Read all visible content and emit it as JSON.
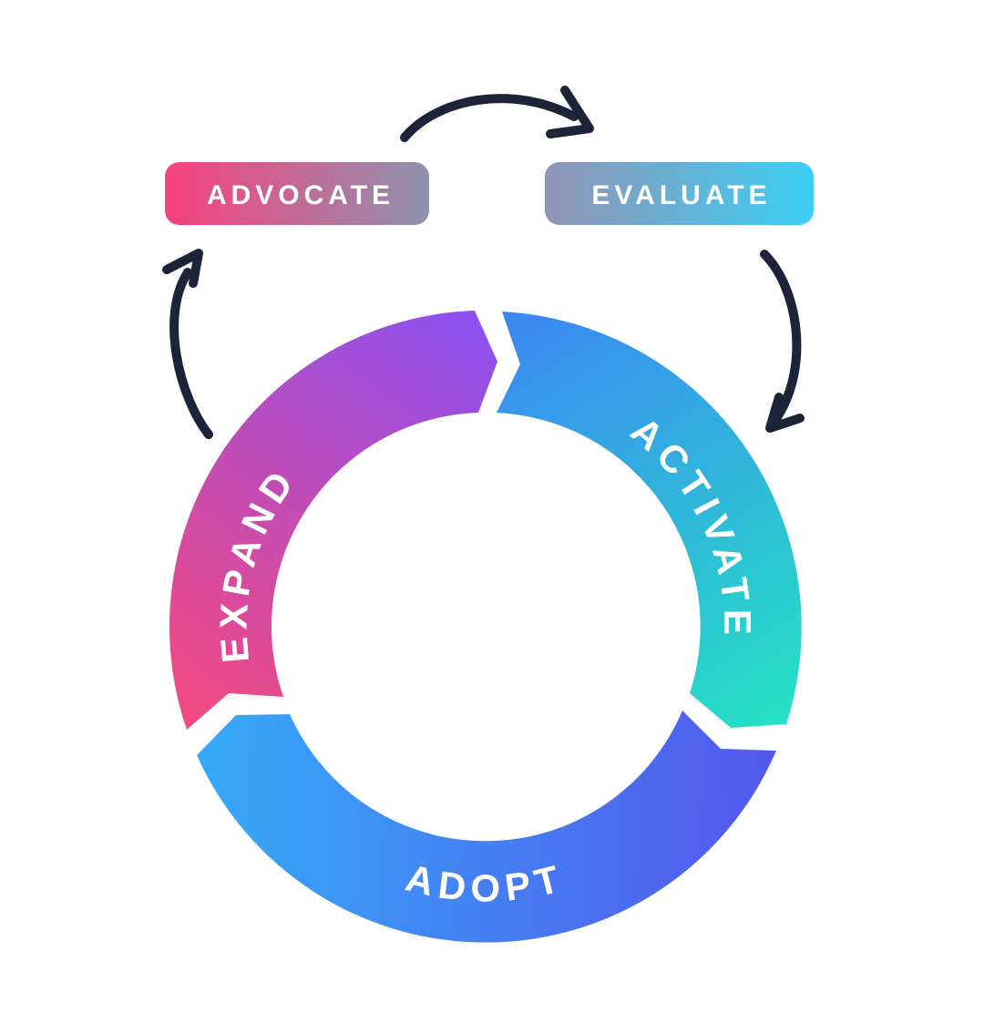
{
  "diagram": {
    "type": "customer-lifecycle-loop",
    "background_color": "#ffffff",
    "arrow_color": "#1d2339",
    "label_color": "#ffffff",
    "pills": {
      "advocate": {
        "label": "ADVOCATE",
        "gradient_start": "#f7417d",
        "gradient_end": "#8e92af"
      },
      "evaluate": {
        "label": "EVALUATE",
        "gradient_start": "#9194b4",
        "gradient_end": "#3ccff5"
      }
    },
    "ring_segments": {
      "activate": {
        "label": "ACTIVATE",
        "gradient_start": "#3c86f3",
        "gradient_end": "#26dfc6"
      },
      "adopt": {
        "label": "ADOPT",
        "gradient_start": "#5457ec",
        "gradient_end": "#35aaf8"
      },
      "expand": {
        "label": "EXPAND",
        "gradient_start": "#f4497e",
        "gradient_end": "#8b50f2"
      }
    },
    "flow_order": [
      "ADVOCATE",
      "EVALUATE",
      "ACTIVATE",
      "ADOPT",
      "EXPAND"
    ]
  }
}
